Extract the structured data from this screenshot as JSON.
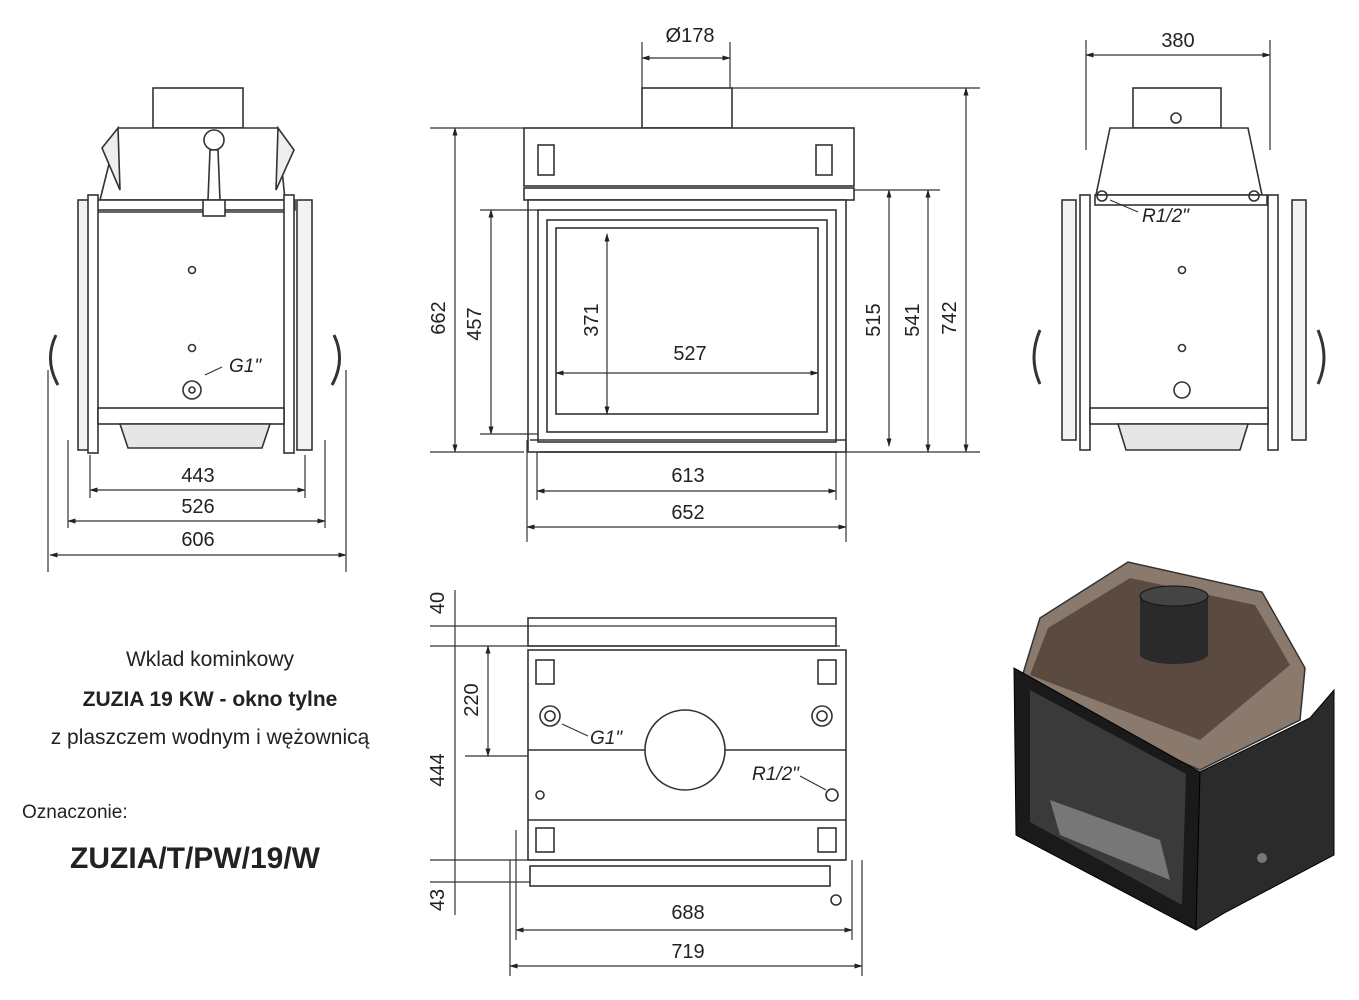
{
  "dimensions": {
    "left_view": [
      "443",
      "526",
      "606"
    ],
    "front_view": {
      "top": "Ø178",
      "heights_left": [
        "662",
        "457",
        "371"
      ],
      "width_inner": "527",
      "heights_right": [
        "515",
        "541",
        "742"
      ],
      "widths": [
        "613",
        "652"
      ]
    },
    "right_view": {
      "top": "380"
    },
    "top_view": {
      "left": [
        "40",
        "220",
        "444",
        "43"
      ],
      "widths": [
        "688",
        "719"
      ]
    }
  },
  "labels": {
    "g1_left": "G1\"",
    "r12_right": "R1/2\"",
    "g1_top": "G1\"",
    "r12_top": "R1/2\""
  },
  "caption": {
    "line1": "Wklad kominkowy",
    "line2": "ZUZIA 19 KW - okno tylne",
    "line3": "z plaszczem wodnym i wężownicą",
    "designation_label": "Oznaczonie:",
    "designation": "ZUZIA/T/PW/19/W"
  }
}
